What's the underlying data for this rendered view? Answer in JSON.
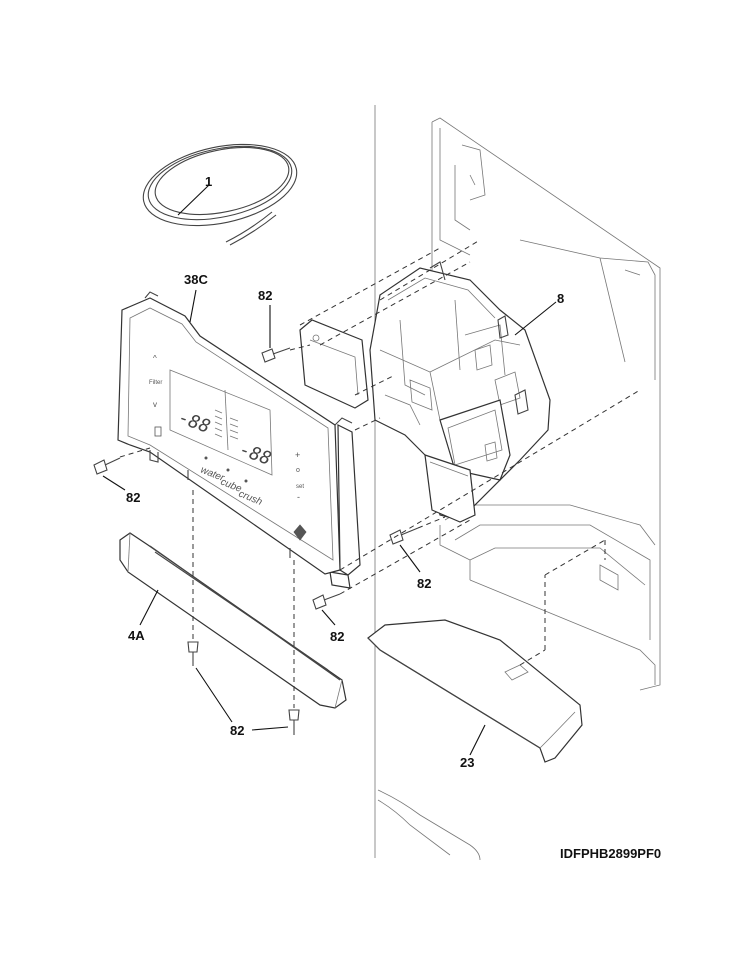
{
  "callouts": {
    "tubing": "1",
    "panel": "38C",
    "screw_top": "82",
    "housing": "8",
    "screw_left": "82",
    "screw_mid": "82",
    "screw_right": "82",
    "trim": "4A",
    "screw_bottom": "82",
    "drip_tray": "23"
  },
  "panel_text": {
    "water": "water",
    "cube": "cube",
    "crush": "crush",
    "display_left": "-88",
    "display_right": "-88"
  },
  "diagram_code": "IDFPHB2899PF0"
}
